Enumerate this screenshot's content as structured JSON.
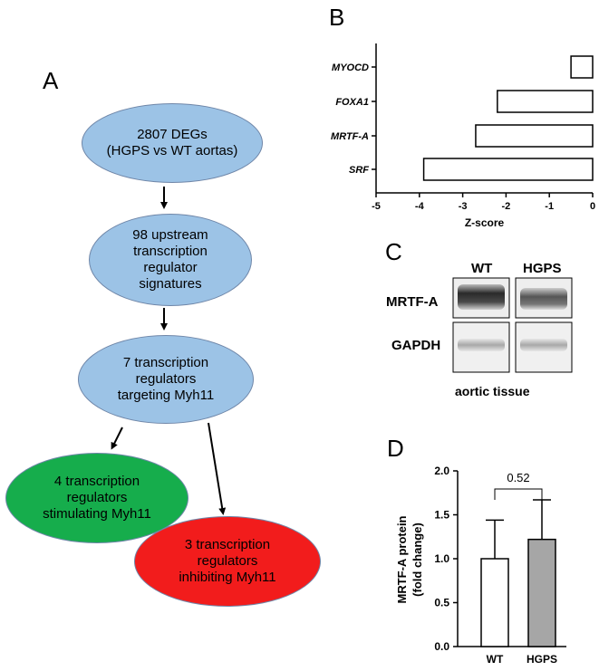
{
  "panels": {
    "a": "A",
    "b": "B",
    "c": "C",
    "d": "D"
  },
  "flow": {
    "node1": [
      "2807 DEGs",
      "(HGPS vs WT aortas)"
    ],
    "node2": [
      "98 upstream",
      "transcription",
      "regulator",
      "signatures"
    ],
    "node3": [
      "7 transcription",
      "regulators",
      "targeting Myh11"
    ],
    "node4": [
      "4 transcription",
      "regulators",
      "stimulating Myh11"
    ],
    "node5": [
      "3 transcription",
      "regulators",
      "inhibiting Myh11"
    ],
    "colors": {
      "blue": "#9cc3e6",
      "green": "#16ad4c",
      "red": "#f21c1c"
    }
  },
  "blot": {
    "columns": [
      "WT",
      "HGPS"
    ],
    "rows": [
      "MRTF-A",
      "GAPDH"
    ],
    "caption": "aortic tissue"
  },
  "chart_data": [
    {
      "type": "bar",
      "orientation": "horizontal",
      "categories": [
        "MYOCD",
        "FOXA1",
        "MRTF-A",
        "SRF"
      ],
      "values": [
        -0.5,
        -2.2,
        -2.7,
        -3.9
      ],
      "xlabel": "Z-score",
      "xlim": [
        -5,
        0
      ],
      "xticks": [
        -5,
        -4,
        -3,
        -2,
        -1,
        0
      ],
      "bar_fill": "#ffffff"
    },
    {
      "type": "bar",
      "categories": [
        "WT",
        "HGPS"
      ],
      "values": [
        1.0,
        1.22
      ],
      "errors": [
        0.44,
        0.45
      ],
      "ylabel_lines": [
        "MRTF-A protein",
        "(fold change)"
      ],
      "ylim": [
        0,
        2.0
      ],
      "yticks": [
        "0.0",
        "0.5",
        "1.0",
        "1.5",
        "2.0"
      ],
      "annotation": "0.52",
      "bar_fills": [
        "#ffffff",
        "#a6a6a6"
      ]
    }
  ]
}
